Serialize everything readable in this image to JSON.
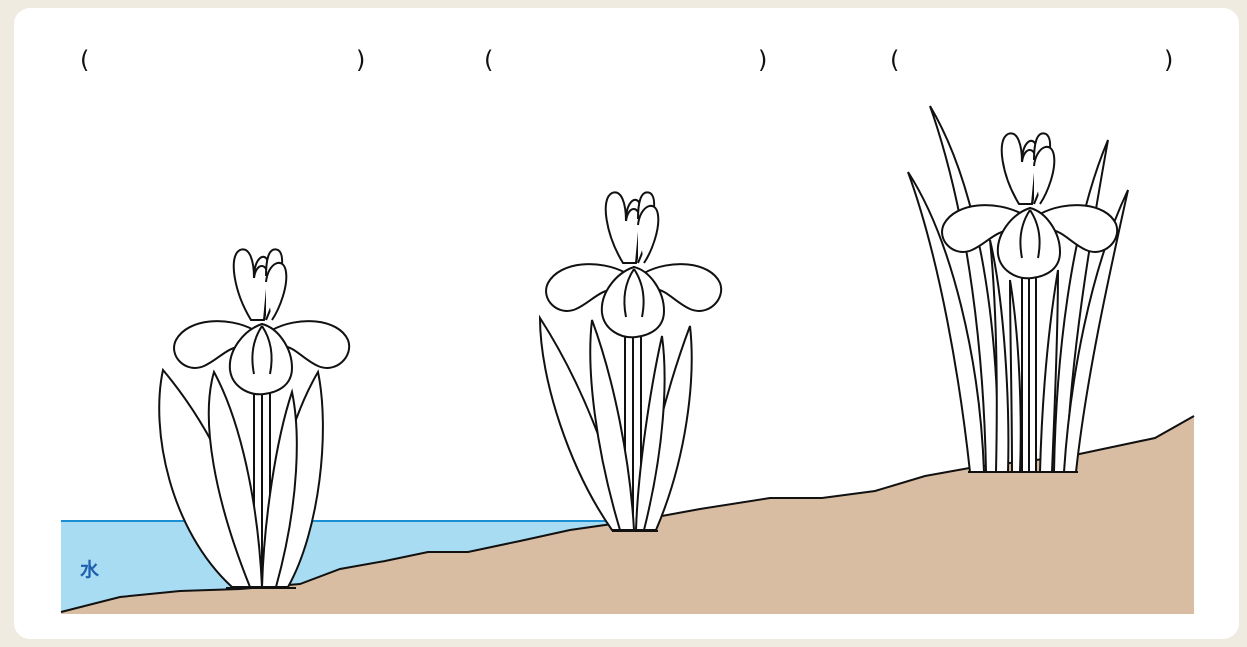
{
  "blanks": [
    {
      "open": "(",
      "close": ")"
    },
    {
      "open": "(",
      "close": ")"
    },
    {
      "open": "(",
      "close": ")"
    }
  ],
  "water_label": "水",
  "colors": {
    "background": "#efebe1",
    "card": "#ffffff",
    "water": "#a7dcf3",
    "water_line": "#1b8fd4",
    "soil": "#d9bda3",
    "outline": "#111111",
    "label": "#1f5fae"
  },
  "icons": [
    "iris-plant-in-water",
    "iris-plant-on-bank",
    "iris-plant-on-dry-land"
  ]
}
